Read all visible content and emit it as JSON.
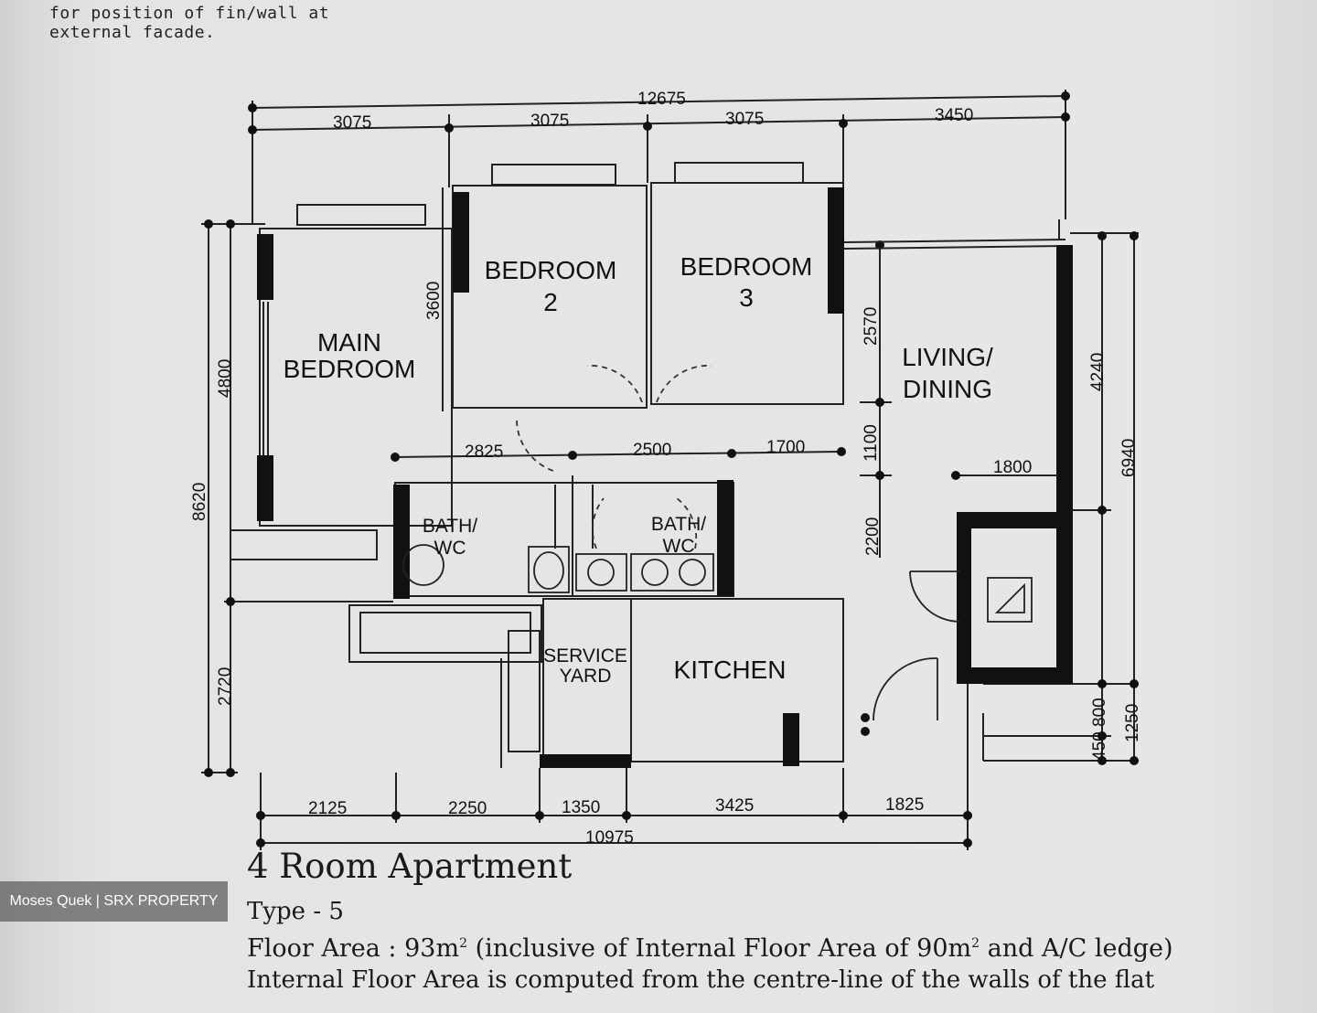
{
  "note": {
    "line1": "for position of fin/wall at",
    "line2": "external facade."
  },
  "plan": {
    "rooms": {
      "main_bedroom_1": "MAIN",
      "main_bedroom_2": "BEDROOM",
      "bedroom2_1": "BEDROOM",
      "bedroom2_2": "2",
      "bedroom3_1": "BEDROOM",
      "bedroom3_2": "3",
      "living_1": "LIVING/",
      "living_2": "DINING",
      "bath1_1": "BATH/",
      "bath1_2": "WC",
      "bath2_1": "BATH/",
      "bath2_2": "WC",
      "service_1": "SERVICE",
      "service_2": "YARD",
      "kitchen": "KITCHEN"
    },
    "dims": {
      "overall_top": "12675",
      "top_1": "3075",
      "top_2": "3075",
      "top_3": "3075",
      "top_4": "3450",
      "left_total": "8620",
      "left_upper": "4800",
      "left_lower": "2720",
      "bed2_height": "3600",
      "living_upper": "2570",
      "living_mid": "1100",
      "living_lower": "2200",
      "right_4240": "4240",
      "right_6940": "6940",
      "right_800": "800",
      "right_1250": "1250",
      "right_450": "450",
      "inner_2825": "2825",
      "inner_2500": "2500",
      "inner_1700": "1700",
      "inner_1800": "1800",
      "bottom_1": "2125",
      "bottom_2": "2250",
      "bottom_3": "1350",
      "bottom_4": "3425",
      "bottom_5": "1825",
      "overall_bottom": "10975"
    }
  },
  "caption": {
    "title": "4 Room Apartment",
    "type": "Type - 5",
    "area_prefix": "Floor Area : 93m",
    "area_sup1": "2",
    "area_mid": " (inclusive of Internal Floor Area of 90m",
    "area_sup2": "2",
    "area_suffix": " and A/C ledge)",
    "note": "Internal Floor Area is computed from the centre-line of the walls of the flat"
  },
  "watermark": "Moses Quek | SRX PROPERTY"
}
